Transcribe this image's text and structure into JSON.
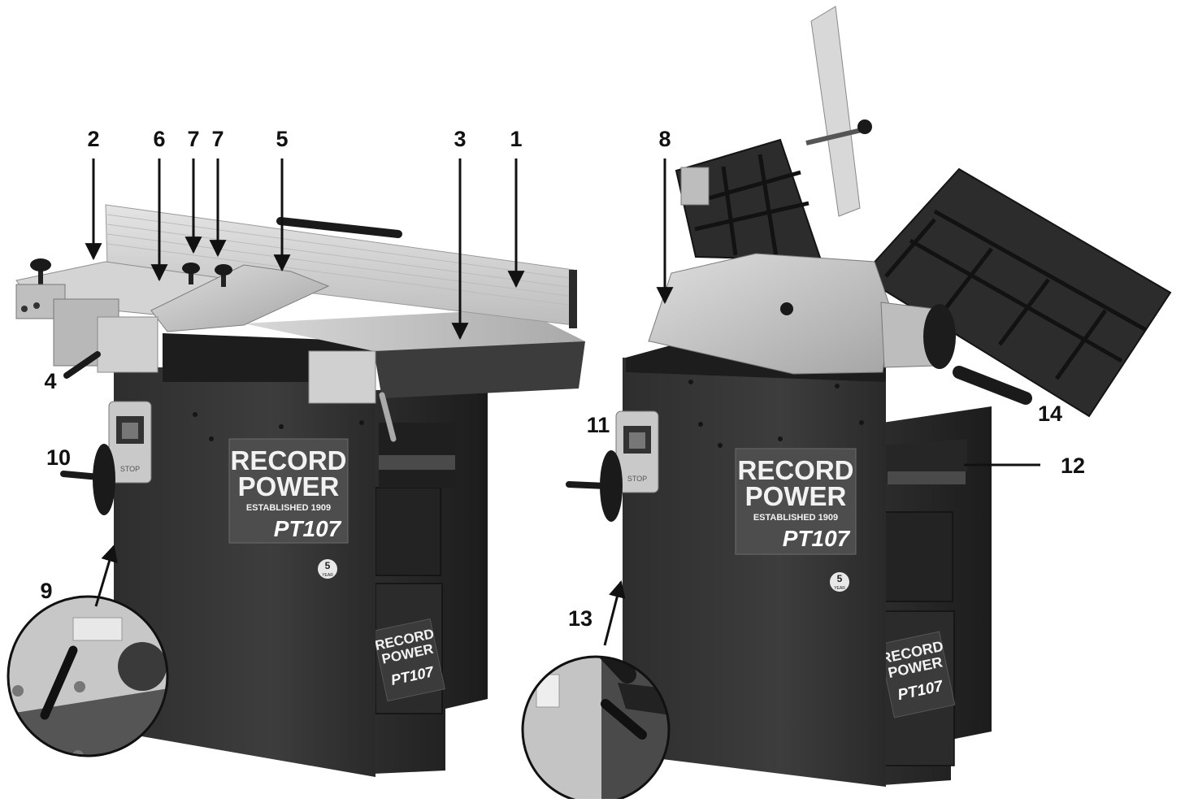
{
  "callouts": {
    "c1": "1",
    "c2": "2",
    "c3": "3",
    "c4": "4",
    "c5": "5",
    "c6": "6",
    "c7": "7",
    "c7b": "7",
    "c8": "8",
    "c9": "9",
    "c10": "10",
    "c11": "11",
    "c12": "12",
    "c13": "13",
    "c14": "14"
  },
  "brand": {
    "line1": "RECORD",
    "line2": "POWER",
    "established": "ESTABLISHED 1909",
    "model": "PT107"
  },
  "switch_label": "STOP",
  "warranty": {
    "number": "5",
    "text": "YEAR"
  },
  "colors": {
    "cabinet": "#3a3a3a",
    "cabinet_dark": "#262626",
    "table": "#cfcfcf",
    "fence": "#dadada",
    "guard": "#c8c8c8",
    "outline": "#111111"
  }
}
